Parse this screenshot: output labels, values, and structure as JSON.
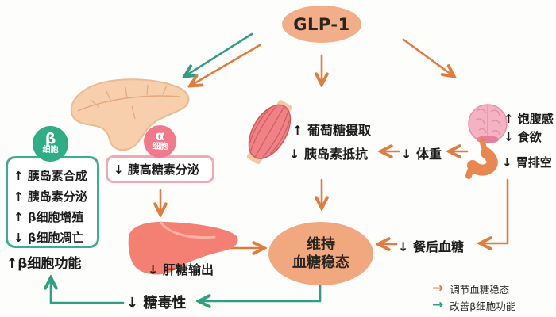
{
  "diagram": {
    "glp1_label": "GLP-1",
    "central_node": {
      "line1": "维持",
      "line2": "血糖稳态"
    }
  },
  "beta_cell": {
    "badge_symbol": "β",
    "badge_label": "细胞",
    "effects": [
      "↑ 胰岛素合成",
      "↑ 胰岛素分泌",
      "↑ β细胞增殖",
      "↓ β细胞凋亡"
    ],
    "outcome": "↑β细胞功能"
  },
  "alpha_cell": {
    "badge_symbol": "α",
    "badge_label": "细胞",
    "effect": "↓ 胰高糖素分泌"
  },
  "muscle_effects": {
    "line1": "↑ 葡萄糖摄取",
    "line2": "↓ 胰岛素抵抗"
  },
  "brain_gut_effects": {
    "line1": "↑ 饱腹感",
    "line2": "↓ 食欲",
    "line3": "↓ 胃排空"
  },
  "labels": {
    "weight": "↓ 体重",
    "liver_glucose_output": "↓ 肝糖输出",
    "postprandial_glucose": "↓ 餐后血糖",
    "glucotoxicity": "↓ 糖毒性"
  },
  "legend": {
    "items": [
      {
        "icon": "→",
        "label": "调节血糖稳态",
        "color": "#E07C3E"
      },
      {
        "icon": "→",
        "label": "改善β细胞功能",
        "color": "#2F9E82"
      }
    ]
  },
  "icons": {
    "organs": [
      "pancreas-icon",
      "muscle-icon",
      "liver-icon",
      "brain-icon",
      "stomach-icon"
    ]
  },
  "colors": {
    "background": "#FDFDFC",
    "glp1_node_fill": "#F2AE88",
    "central_node_fill": "#F2A87E",
    "orange_arrow": "#E07C3E",
    "green_arrow": "#2F9E82",
    "beta_badge": "#2FAE85",
    "beta_box_border": "#3CAD8E",
    "alpha_badge": "#F2798A",
    "alpha_box_border": "#F3A6B4",
    "text": "#1B1B1B",
    "pancreas": "#F7CFAC",
    "muscle": "#EE8286",
    "tendon": "#F0C9A2",
    "liver": "#F38073",
    "brain": "#F4B2C3",
    "stomach": "#E8874F"
  }
}
